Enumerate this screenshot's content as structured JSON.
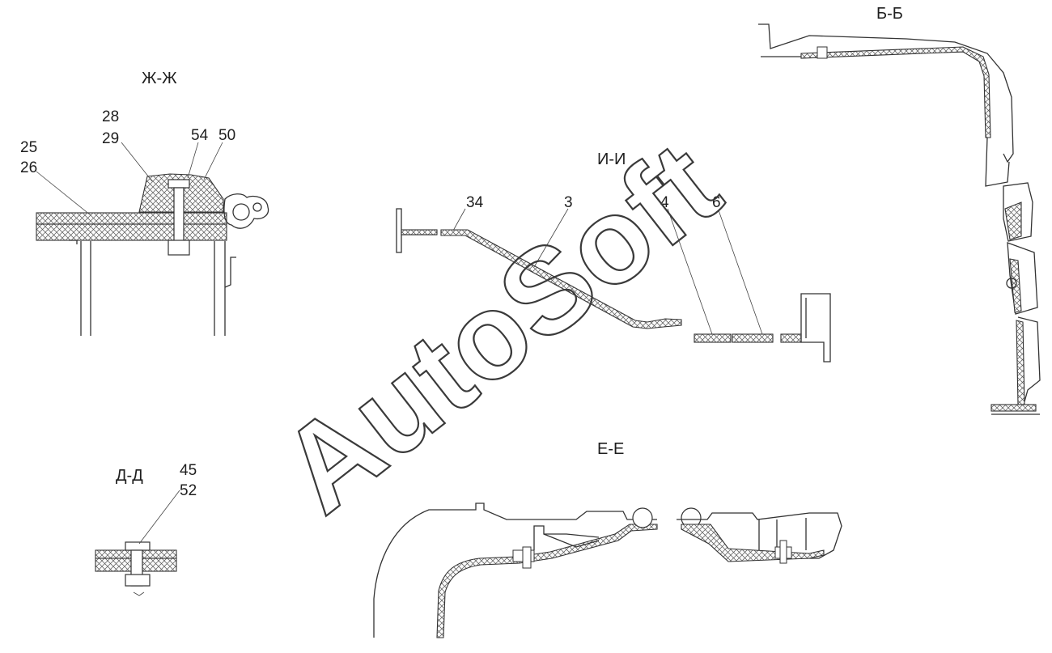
{
  "sections": {
    "zh": "Ж-Ж",
    "i": "И-И",
    "b": "Б-Б",
    "d": "Д-Д",
    "e": "Е-Е"
  },
  "callouts": {
    "c28": "28",
    "c29": "29",
    "c25": "25",
    "c26": "26",
    "c54": "54",
    "c50": "50",
    "c34": "34",
    "c3": "3",
    "c4": "4",
    "c6": "6",
    "c45": "45",
    "c52": "52"
  },
  "watermark": "AutoSoft"
}
